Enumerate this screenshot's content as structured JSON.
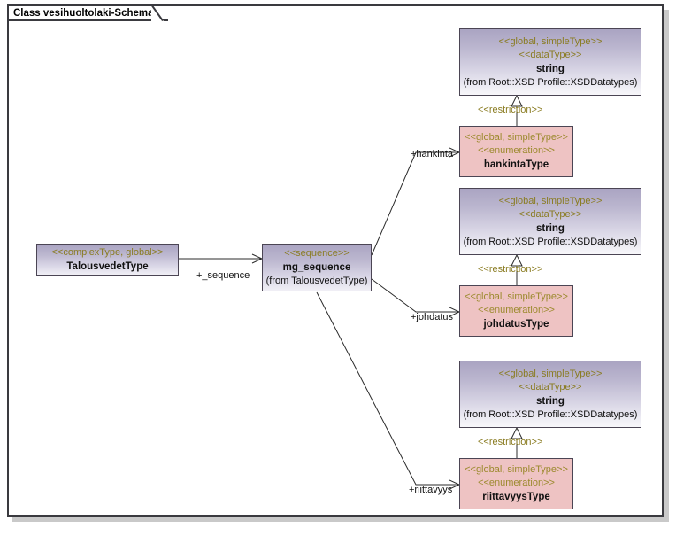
{
  "window": {
    "title": "Class vesihuoltolaki-Schema",
    "tab_label": "Class vesihuoltolaki-Schema"
  },
  "colors": {
    "datatype_fill_top": "#aaa4c2",
    "datatype_fill_bottom": "#f7f7fa",
    "enumeration_fill": "#eec3c3",
    "stereotype_text": "#8a7c22",
    "border": "#4b4554",
    "frame_border": "#3a3a3f",
    "connector": "#2b2b2b",
    "canvas": "#ffffff",
    "shadow": "#c9c9c9"
  },
  "nodes": {
    "talousvedet": {
      "stereotype": "<<complexType, global>>",
      "name": "TalousvedetType",
      "from": ""
    },
    "mg_sequence": {
      "stereotype": "<<sequence>>",
      "name": "mg_sequence",
      "from": "(from TalousvedetType)"
    },
    "string_top": {
      "stereotype1": "<<global, simpleType>>",
      "stereotype2": "<<dataType>>",
      "name": "string",
      "from": "(from Root::XSD Profile::XSDDatatypes)"
    },
    "string_mid": {
      "stereotype1": "<<global, simpleType>>",
      "stereotype2": "<<dataType>>",
      "name": "string",
      "from": "(from Root::XSD Profile::XSDDatatypes)"
    },
    "string_bottom": {
      "stereotype1": "<<global, simpleType>>",
      "stereotype2": "<<dataType>>",
      "name": "string",
      "from": "(from Root::XSD Profile::XSDDatatypes)"
    },
    "hankinta_type": {
      "stereotype1": "<<global, simpleType>>",
      "stereotype2": "<<enumeration>>",
      "name": "hankintaType"
    },
    "johdatus_type": {
      "stereotype1": "<<global, simpleType>>",
      "stereotype2": "<<enumeration>>",
      "name": "johdatusType"
    },
    "riittavyys_type": {
      "stereotype1": "<<global, simpleType>>",
      "stereotype2": "<<enumeration>>",
      "name": "riittavyysType"
    }
  },
  "edges": {
    "sequence_label": "+_sequence",
    "hankinta_label": "+hankinta",
    "johdatus_label": "+johdatus",
    "riittavyys_label": "+riittavyys",
    "restriction_top": "<<restriction>>",
    "restriction_mid": "<<restriction>>",
    "restriction_bottom": "<<restriction>>"
  }
}
